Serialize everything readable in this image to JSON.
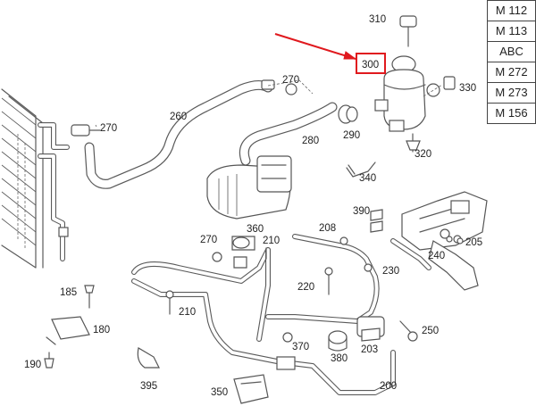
{
  "model_codes": [
    "M 112",
    "M 113",
    "ABC",
    "M 272",
    "M 273",
    "M 156"
  ],
  "part_labels": {
    "p310": "310",
    "p300": "300",
    "p330": "330",
    "p270a": "270",
    "p270b": "270",
    "p260": "260",
    "p290": "290",
    "p280": "280",
    "p320": "320",
    "p340": "340",
    "p390": "390",
    "p208": "208",
    "p205": "205",
    "p360": "360",
    "p210a": "210",
    "p270c": "270",
    "p240": "240",
    "p230": "230",
    "p185": "185",
    "p220": "220",
    "p210b": "210",
    "p180": "180",
    "p250": "250",
    "p370": "370",
    "p203": "203",
    "p380": "380",
    "p190": "190",
    "p395": "395",
    "p200": "200",
    "p350": "350"
  },
  "highlight": {
    "color": "#e0191e",
    "target": "300"
  }
}
